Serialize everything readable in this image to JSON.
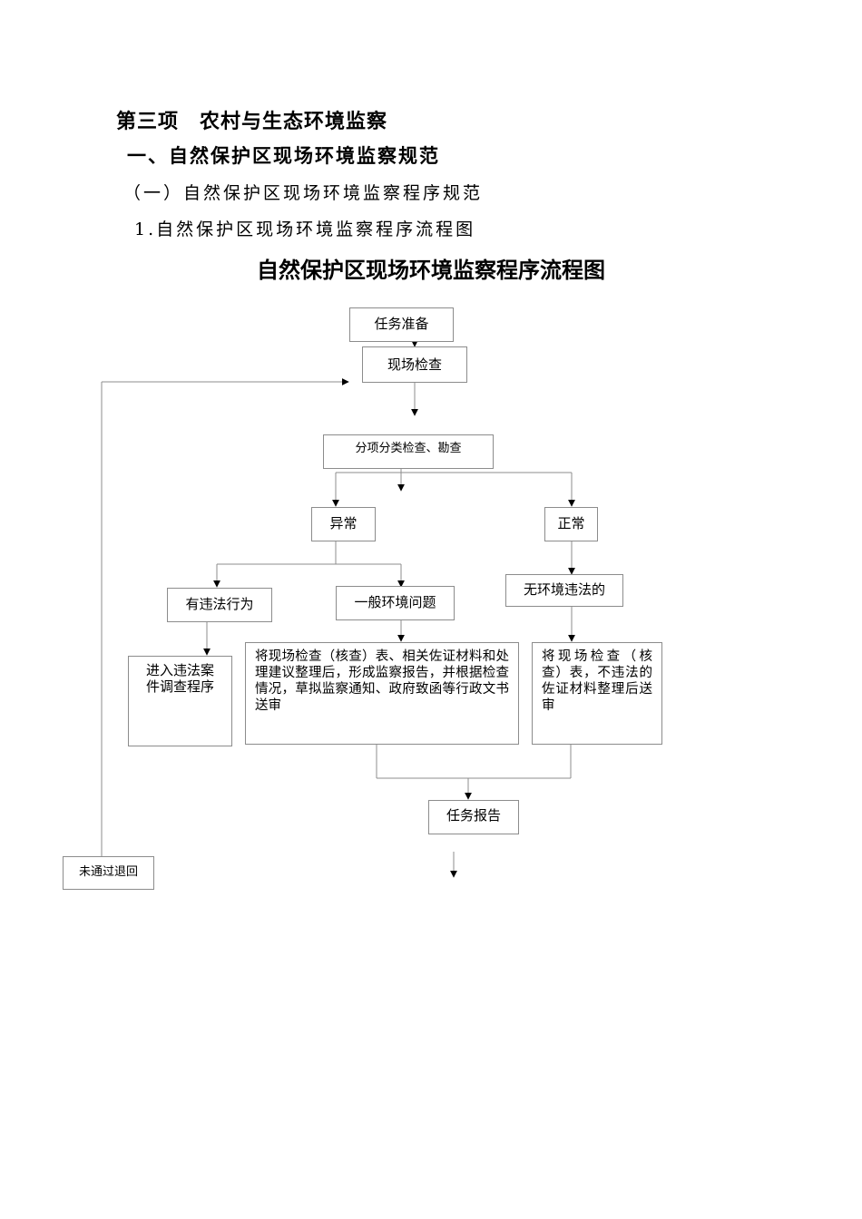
{
  "document": {
    "section_heading": "第三项　农村与生态环境监察",
    "subheading_1": "一、自然保护区现场环境监察规范",
    "subheading_2": "（一）自然保护区现场环境监察程序规范",
    "subheading_3": "1.自然保护区现场环境监察程序流程图"
  },
  "flowchart": {
    "title": "自然保护区现场环境监察程序流程图",
    "nodes": {
      "task_prep": "任务准备",
      "site_inspection": "现场检查",
      "itemized_check": "分项分类检查、勘查",
      "abnormal": "异常",
      "normal": "正常",
      "violation": "有违法行为",
      "general_issue": "一般环境问题",
      "no_violation": "无环境违法的",
      "enter_case": "进入违法案件调查程序",
      "report_process": "将现场检查（核查）表、相关佐证材料和处理建议整理后，形成监察报告，并根据检查情况，草拟监察通知、政府致函等行政文书送审",
      "no_violation_process": "将现场检查（核查）表，不违法的佐证材料整理后送审",
      "task_report": "任务报告",
      "rejected_return": "未通过退回"
    }
  }
}
